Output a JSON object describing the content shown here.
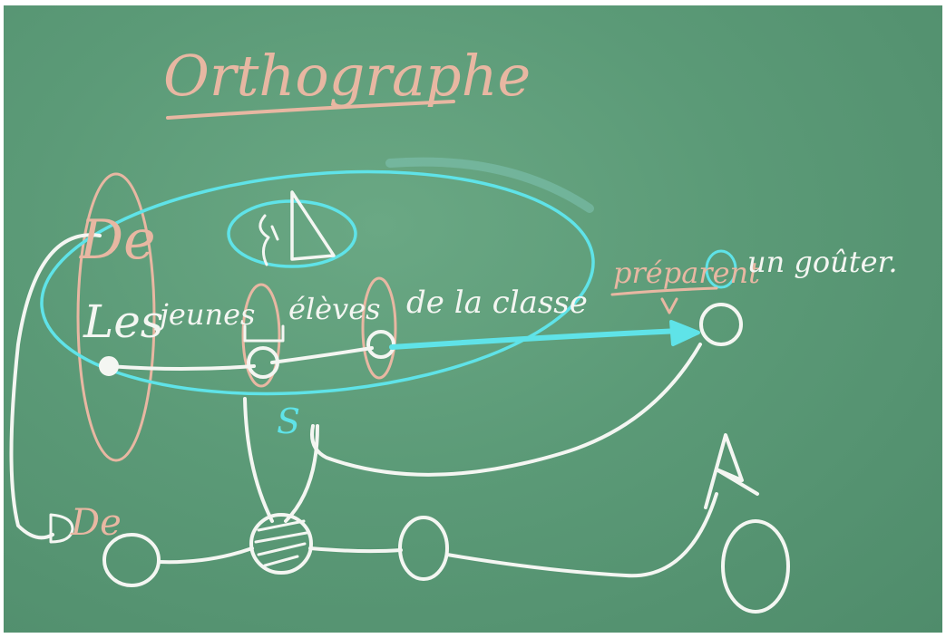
{
  "board": {
    "title": "Orthographe",
    "sentence": {
      "word_les": "Les",
      "word_jeunes": "jeunes",
      "word_eleves": "élèves",
      "word_de_la_classe": "de la classe",
      "word_preparent": "préparent",
      "word_un_gouter": "un goûter."
    },
    "annotations": {
      "de_upper": "De",
      "de_lower": "De",
      "subject_mark": "S",
      "attribute_mark": "A",
      "check_mark": "v"
    }
  },
  "colors": {
    "board": "#5b9a77",
    "chalk_white": "#f4f6f2",
    "chalk_pink": "#e8b7a2",
    "chalk_cyan": "#5fe3e8"
  }
}
